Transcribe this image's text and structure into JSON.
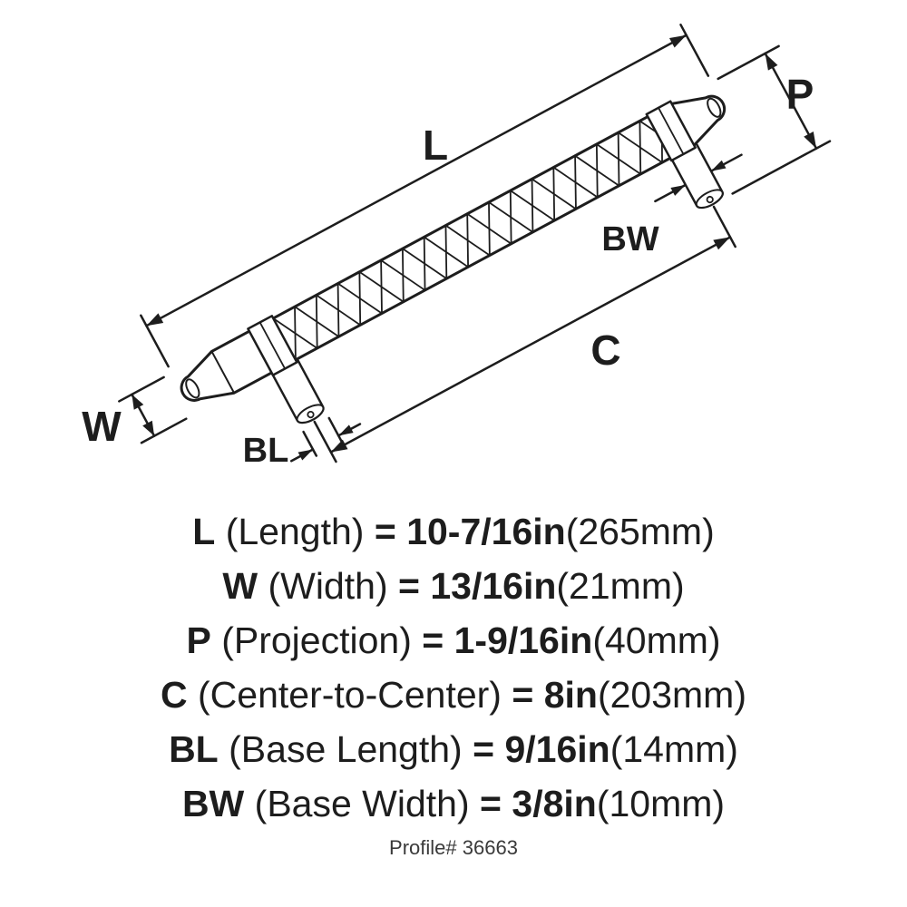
{
  "diagram": {
    "labels": {
      "L": "L",
      "W": "W",
      "P": "P",
      "C": "C",
      "BL": "BL",
      "BW": "BW"
    }
  },
  "specs": [
    {
      "abbr": "L",
      "name": "(Length)",
      "equals": "=",
      "value": "10-7/16in",
      "metric": "(265mm)"
    },
    {
      "abbr": "W",
      "name": "(Width)",
      "equals": "=",
      "value": "13/16in",
      "metric": "(21mm)"
    },
    {
      "abbr": "P",
      "name": "(Projection)",
      "equals": "=",
      "value": "1-9/16in",
      "metric": "(40mm)"
    },
    {
      "abbr": "C",
      "name": "(Center-to-Center)",
      "equals": "=",
      "value": "8in",
      "metric": "(203mm)"
    },
    {
      "abbr": "BL",
      "name": "(Base Length)",
      "equals": "=",
      "value": "9/16in",
      "metric": "(14mm)"
    },
    {
      "abbr": "BW",
      "name": "(Base Width)",
      "equals": "=",
      "value": "3/8in",
      "metric": "(10mm)"
    }
  ],
  "footer": {
    "profile": "Profile# 36663"
  }
}
